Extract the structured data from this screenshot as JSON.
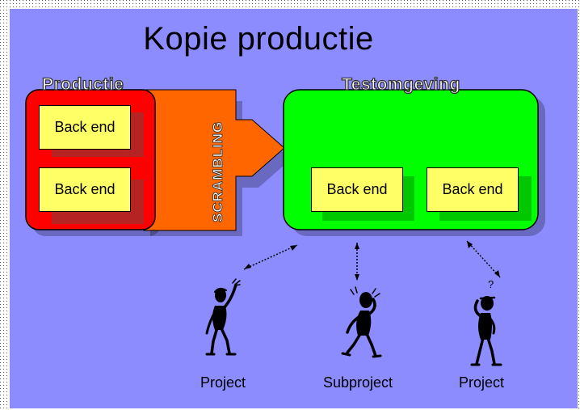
{
  "title": "Kopie productie",
  "production": {
    "label": "Productie",
    "boxes": [
      "Back end",
      "Back end"
    ]
  },
  "arrow_label": "SCRAMBLING",
  "test": {
    "label": "Testomgeving",
    "boxes": [
      "Back end",
      "Back end"
    ]
  },
  "people": [
    "Project",
    "Subproject",
    "Project"
  ],
  "colors": {
    "background": "#8c8cff",
    "production": "#ff0000",
    "arrow": "#ff6600",
    "test": "#00ff00",
    "box": "#ffff66"
  }
}
